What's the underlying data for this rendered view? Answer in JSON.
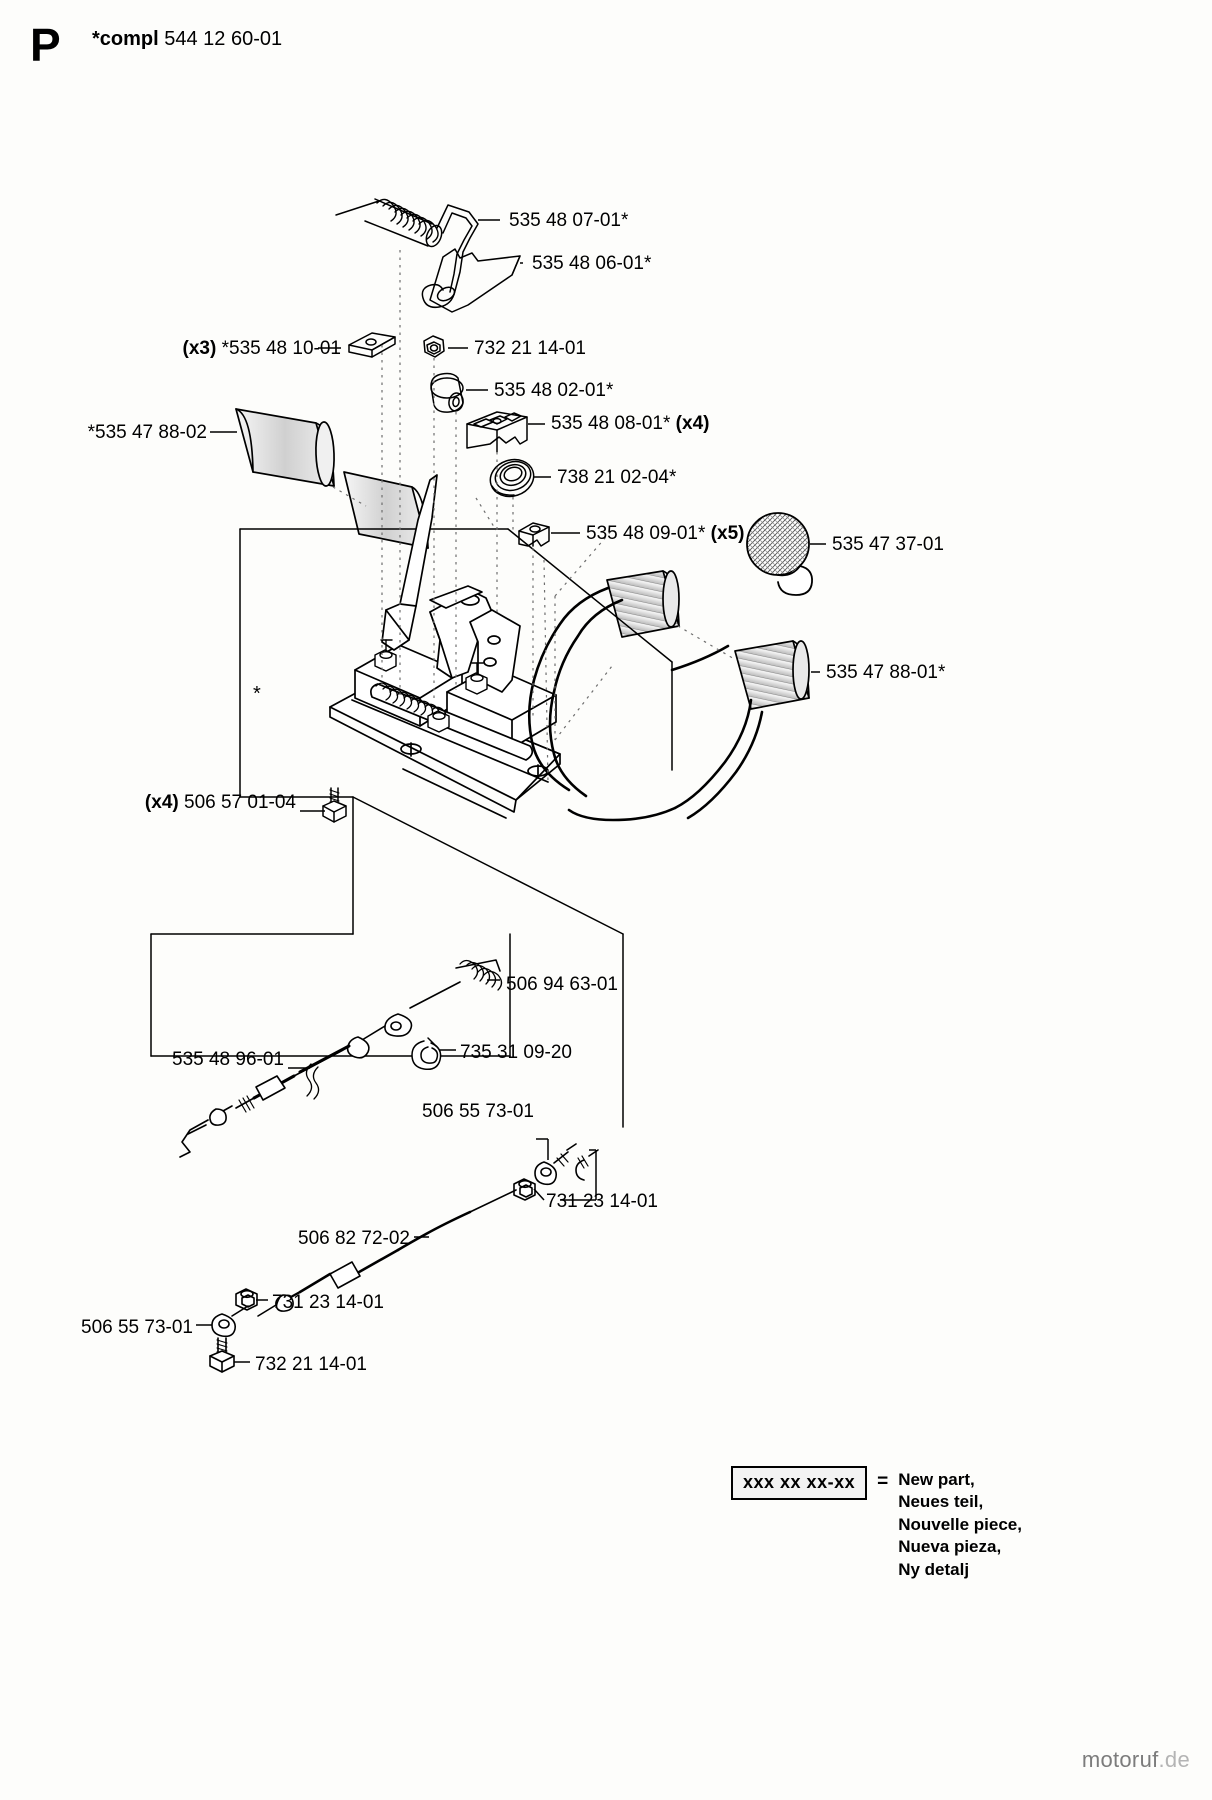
{
  "page": {
    "sheet_letter": "P",
    "compl_prefix": "*compl",
    "compl_number": "544 12 60-01"
  },
  "labels": {
    "spring_top": "535 48 07-01*",
    "latch_arm": "535 48 06-01*",
    "plate_x3": "(x3) *535 48 10-01",
    "plate_x3_prefix": "(x3)",
    "plate_x3_number": "*535 48 10-01",
    "nut_upper": "732 21 14-01",
    "spacer": "535 48 02-01*",
    "block_x4_number": "535 48 08-01*",
    "block_x4_suffix": "(x4)",
    "bearing": "738 21 02-04*",
    "clip_x5_number": "535 48 09-01*",
    "clip_x5_suffix": "(x5)",
    "grip_long": "*535 47 88-02",
    "knob_round": "535 47 37-01",
    "grip_short": "535 47 88-01*",
    "bolt_x4_prefix": "(x4)",
    "bolt_x4_number": "506 57 01-04",
    "spring_cable": "506 94 63-01",
    "cable_upper": "535 48 96-01",
    "circlip": "735 31 09-20",
    "ball_joint_upper": "506 55 73-01",
    "nut_joint_upper": "731 23 14-01",
    "cable_lower": "506 82 72-02",
    "nut_joint_lower": "731 23 14-01",
    "ball_joint_lower": "506 55 73-01",
    "nut_lower": "732 21 14-01",
    "base_plate_star": "*"
  },
  "legend": {
    "code": "xxx xx xx-xx",
    "equals": "=",
    "lines": [
      "New part,",
      "Neues teil,",
      "Nouvelle piece,",
      "Nueva pieza,",
      "Ny detalj"
    ]
  },
  "watermark": {
    "name": "motoruf",
    "domain": ".de"
  },
  "colors": {
    "ink": "#000000",
    "shade": "#c9c9c9",
    "watermark": "#7c7c7c"
  }
}
